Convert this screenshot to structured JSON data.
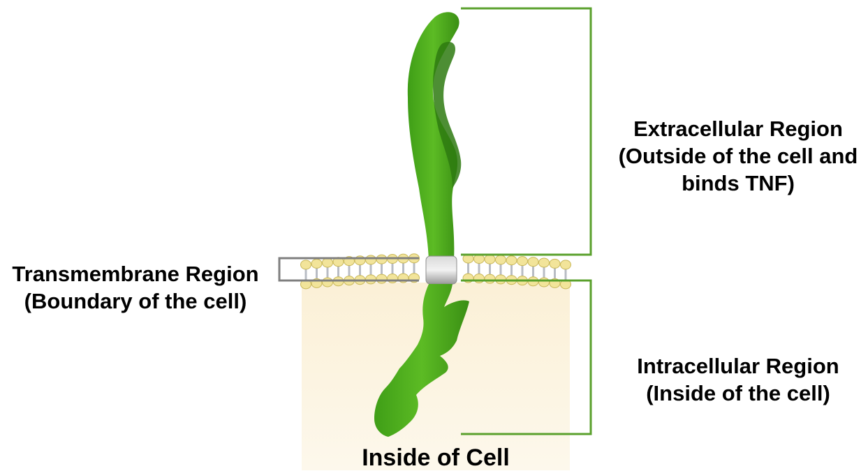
{
  "labels": {
    "extracellular": {
      "line1": "Extracellular Region",
      "line2": "(Outside of the cell and",
      "line3": "binds TNF)"
    },
    "transmembrane": {
      "line1": "Transmembrane Region",
      "line2": "(Boundary of the cell)"
    },
    "intracellular": {
      "line1": "Intracellular Region",
      "line2": "(Inside of the cell)"
    },
    "inside_cell": "Inside of Cell"
  },
  "colors": {
    "receptor_green": "#4caf1c",
    "receptor_dark": "#2f7d10",
    "bracket_green": "#5aa02c",
    "bracket_grey": "#7f7f7f",
    "cytoplasm": "#fbf1dc",
    "lipid_head": "#f2e49a",
    "lipid_tail": "#b8bcc4",
    "anchor_grey": "#a6a6a6"
  }
}
